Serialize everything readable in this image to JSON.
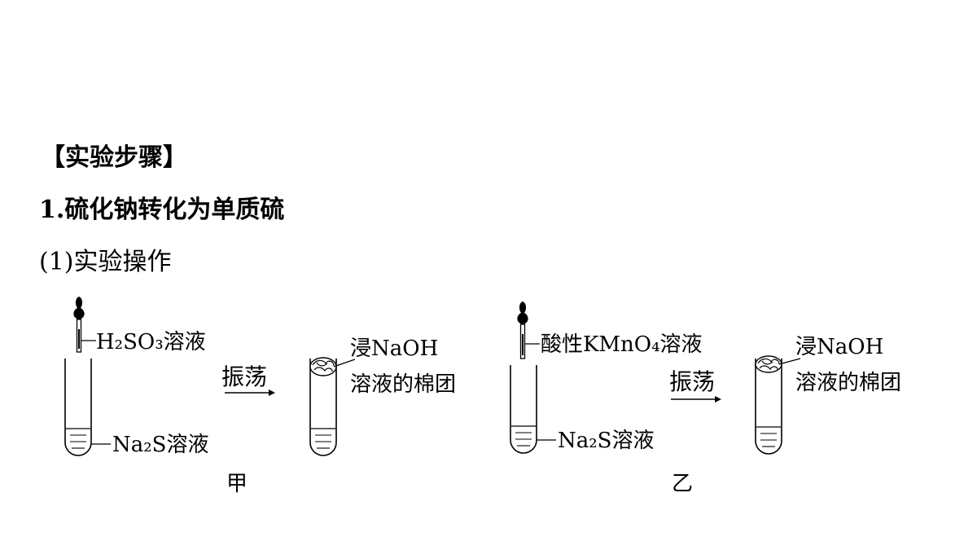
{
  "heading": "【实验步骤】",
  "section_title": "1.硫化钠转化为单质硫",
  "subsection_title": "(1)实验操作",
  "figure": {
    "left": {
      "dropper_reagent": "H₂SO₃溶液",
      "tube_reagent": "Na₂S溶液",
      "action": "振荡",
      "cotton_label_line1": "浸NaOH",
      "cotton_label_line2": "溶液的棉团",
      "caption": "甲"
    },
    "right": {
      "dropper_reagent": "酸性KMnO₄溶液",
      "tube_reagent": "Na₂S溶液",
      "action": "振荡",
      "cotton_label_line1": "浸NaOH",
      "cotton_label_line2": "溶液的棉团",
      "caption": "乙"
    }
  }
}
